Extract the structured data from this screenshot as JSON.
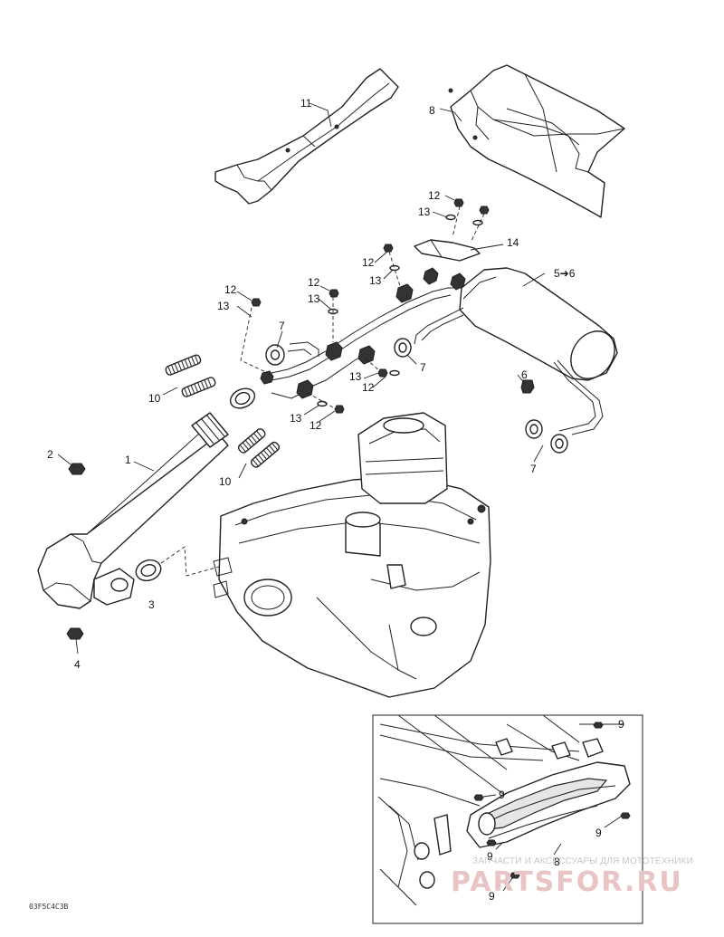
{
  "figure_code": "03F5C4C3B",
  "callouts": {
    "c1": "1",
    "c2": "2",
    "c3": "3",
    "c4": "4",
    "c5": "5➔6",
    "c6": "6",
    "c7a": "7",
    "c7b": "7",
    "c7c": "7",
    "c8a": "8",
    "c8b": "8",
    "c9a": "9",
    "c9b": "9",
    "c9c": "9",
    "c9d": "9",
    "c9e": "9",
    "c10a": "10",
    "c10b": "10",
    "c11": "11",
    "c12a": "12",
    "c12b": "12",
    "c12c": "12",
    "c12d": "12",
    "c12e": "12",
    "c13a": "13",
    "c13b": "13",
    "c13c": "13",
    "c13d": "13",
    "c13e": "13",
    "c13f": "13",
    "c14": "14"
  },
  "watermark": {
    "line1": "ЗАПЧАСТИ И АКСЕССУАРЫ ДЛЯ МОТОТЕХНИКИ",
    "line2": "PARTSFOR.RU"
  }
}
